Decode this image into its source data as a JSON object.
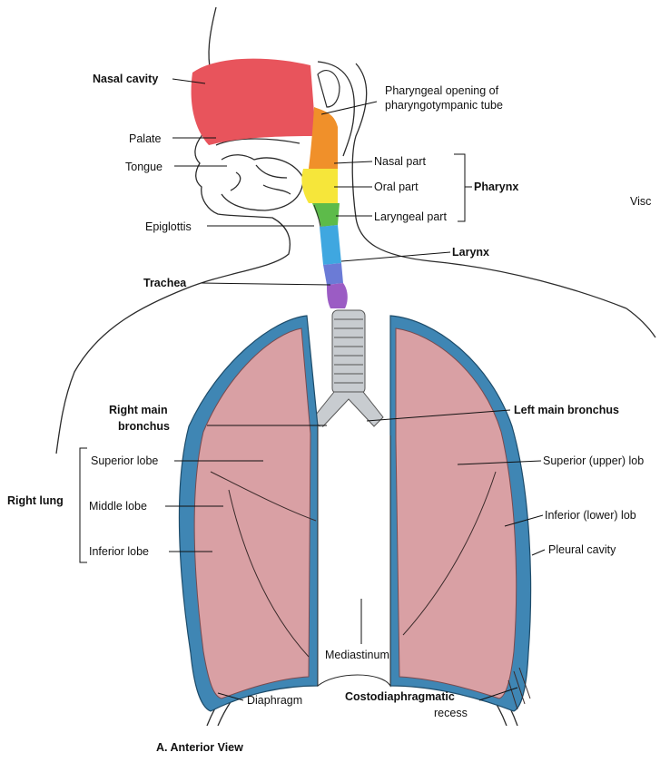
{
  "colors": {
    "nasal_cavity": "#e8545c",
    "nasopharynx": "#f0902a",
    "oropharynx": "#f6e63a",
    "laryngopharynx": "#5dbb4a",
    "larynx": "#3fa7e0",
    "trachea_top": "#6b7bd6",
    "trachea_lower": "#9b5cc4",
    "lung": "#d9a0a4",
    "pleura": "#3f86b4",
    "pleura_light": "#9fc6de",
    "airway": "#c8ccd0"
  },
  "labels": {
    "nasal_cavity": "Nasal cavity",
    "pharyngeal_opening_1": "Pharyngeal opening of",
    "pharyngeal_opening_2": "pharyngotympanic tube",
    "palate": "Palate",
    "tongue": "Tongue",
    "nasal_part": "Nasal part",
    "oral_part": "Oral part",
    "laryngeal_part": "Laryngeal part",
    "pharynx": "Pharynx",
    "epiglottis": "Epiglottis",
    "larynx": "Larynx",
    "trachea": "Trachea",
    "visc": "Visc",
    "right_main_bronchus_1": "Right main",
    "right_main_bronchus_2": "bronchus",
    "left_main_bronchus": "Left main bronchus",
    "superior_lobe": "Superior lobe",
    "middle_lobe": "Middle lobe",
    "inferior_lobe": "Inferior lobe",
    "right_lung": "Right lung",
    "superior_upper_lobe": "Superior (upper) lob",
    "inferior_lower_lobe": "Inferior (lower) lob",
    "pleural_cavity": "Pleural cavity",
    "mediastinum": "Mediastinum",
    "diaphragm": "Diaphragm",
    "costodiaphragmatic_1": "Costodiaphragmatic",
    "costodiaphragmatic_2": "recess",
    "caption": "A. Anterior View"
  }
}
